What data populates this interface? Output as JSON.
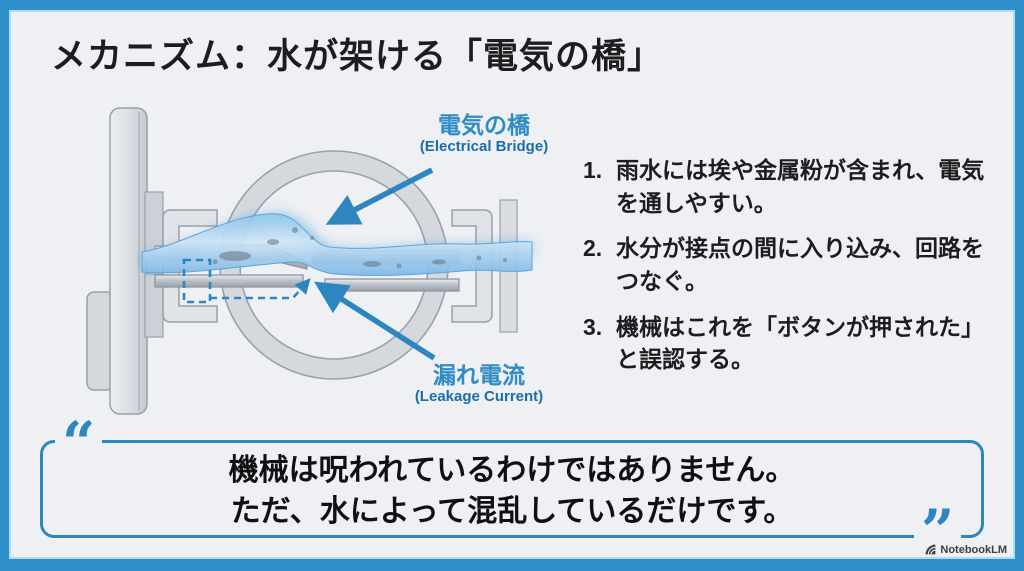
{
  "slide": {
    "title": "メカニズム：水が架ける「電気の橋」"
  },
  "diagram": {
    "bridge_label_jp": "電気の橋",
    "bridge_label_en": "(Electrical Bridge)",
    "leakage_label_jp": "漏れ電流",
    "leakage_label_en": "(Leakage Current)"
  },
  "list": {
    "items": [
      {
        "number": "1.",
        "text": "雨水には埃や金属粉が含まれ、電気を通しやすい。"
      },
      {
        "number": "2.",
        "text": "水分が接点の間に入り込み、回路をつなぐ。"
      },
      {
        "number": "3.",
        "text": "機械はこれを「ボタンが押された」と誤認する。"
      }
    ]
  },
  "quote": {
    "open_mark": "“",
    "close_mark": "”",
    "line1": "機械は呪われているわけではありません。",
    "line2": "ただ、水によって混乱しているだけです。"
  },
  "watermark": {
    "label": "NotebookLM"
  },
  "colors": {
    "frame_blue": "#2e8fc9",
    "accent_blue": "#2e86c1",
    "label_blue": "#2f8cc6",
    "label_dark_blue": "#1c6da8",
    "background": "#eef0f3",
    "text": "#1d1d1f",
    "water_blue": "#5aa9e0",
    "metal_gray": "#d5d9de"
  }
}
